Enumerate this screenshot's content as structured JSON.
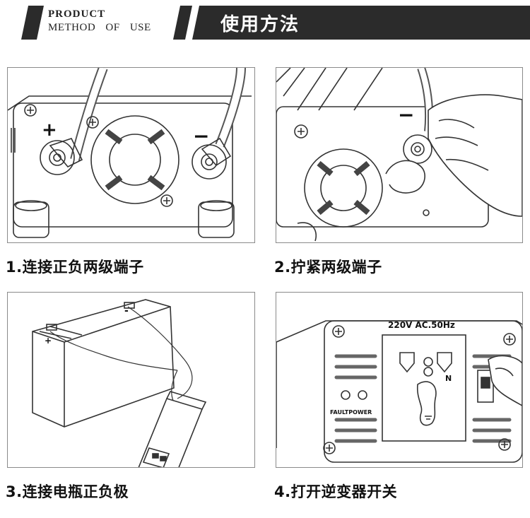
{
  "header": {
    "en_line1": "PRODUCT",
    "en_line2": "METHOD   OF   USE",
    "title": "使用方法"
  },
  "steps": [
    {
      "caption": "1.连接正负两级端子"
    },
    {
      "caption": "2.拧紧两级端子"
    },
    {
      "caption": "3.连接电瓶正负极"
    },
    {
      "caption": "4.打开逆变器开关"
    }
  ],
  "panel_labels": {
    "plus": "+",
    "minus": "−",
    "battery_plus": "+",
    "battery_minus": "-",
    "voltage": "220V AC.50Hz",
    "n_label": "N",
    "fault_power": "FAULTPOWER"
  },
  "colors": {
    "header_bar": "#2b2b2b",
    "panel_border": "#8a8a8a",
    "line_art": "#333333"
  }
}
